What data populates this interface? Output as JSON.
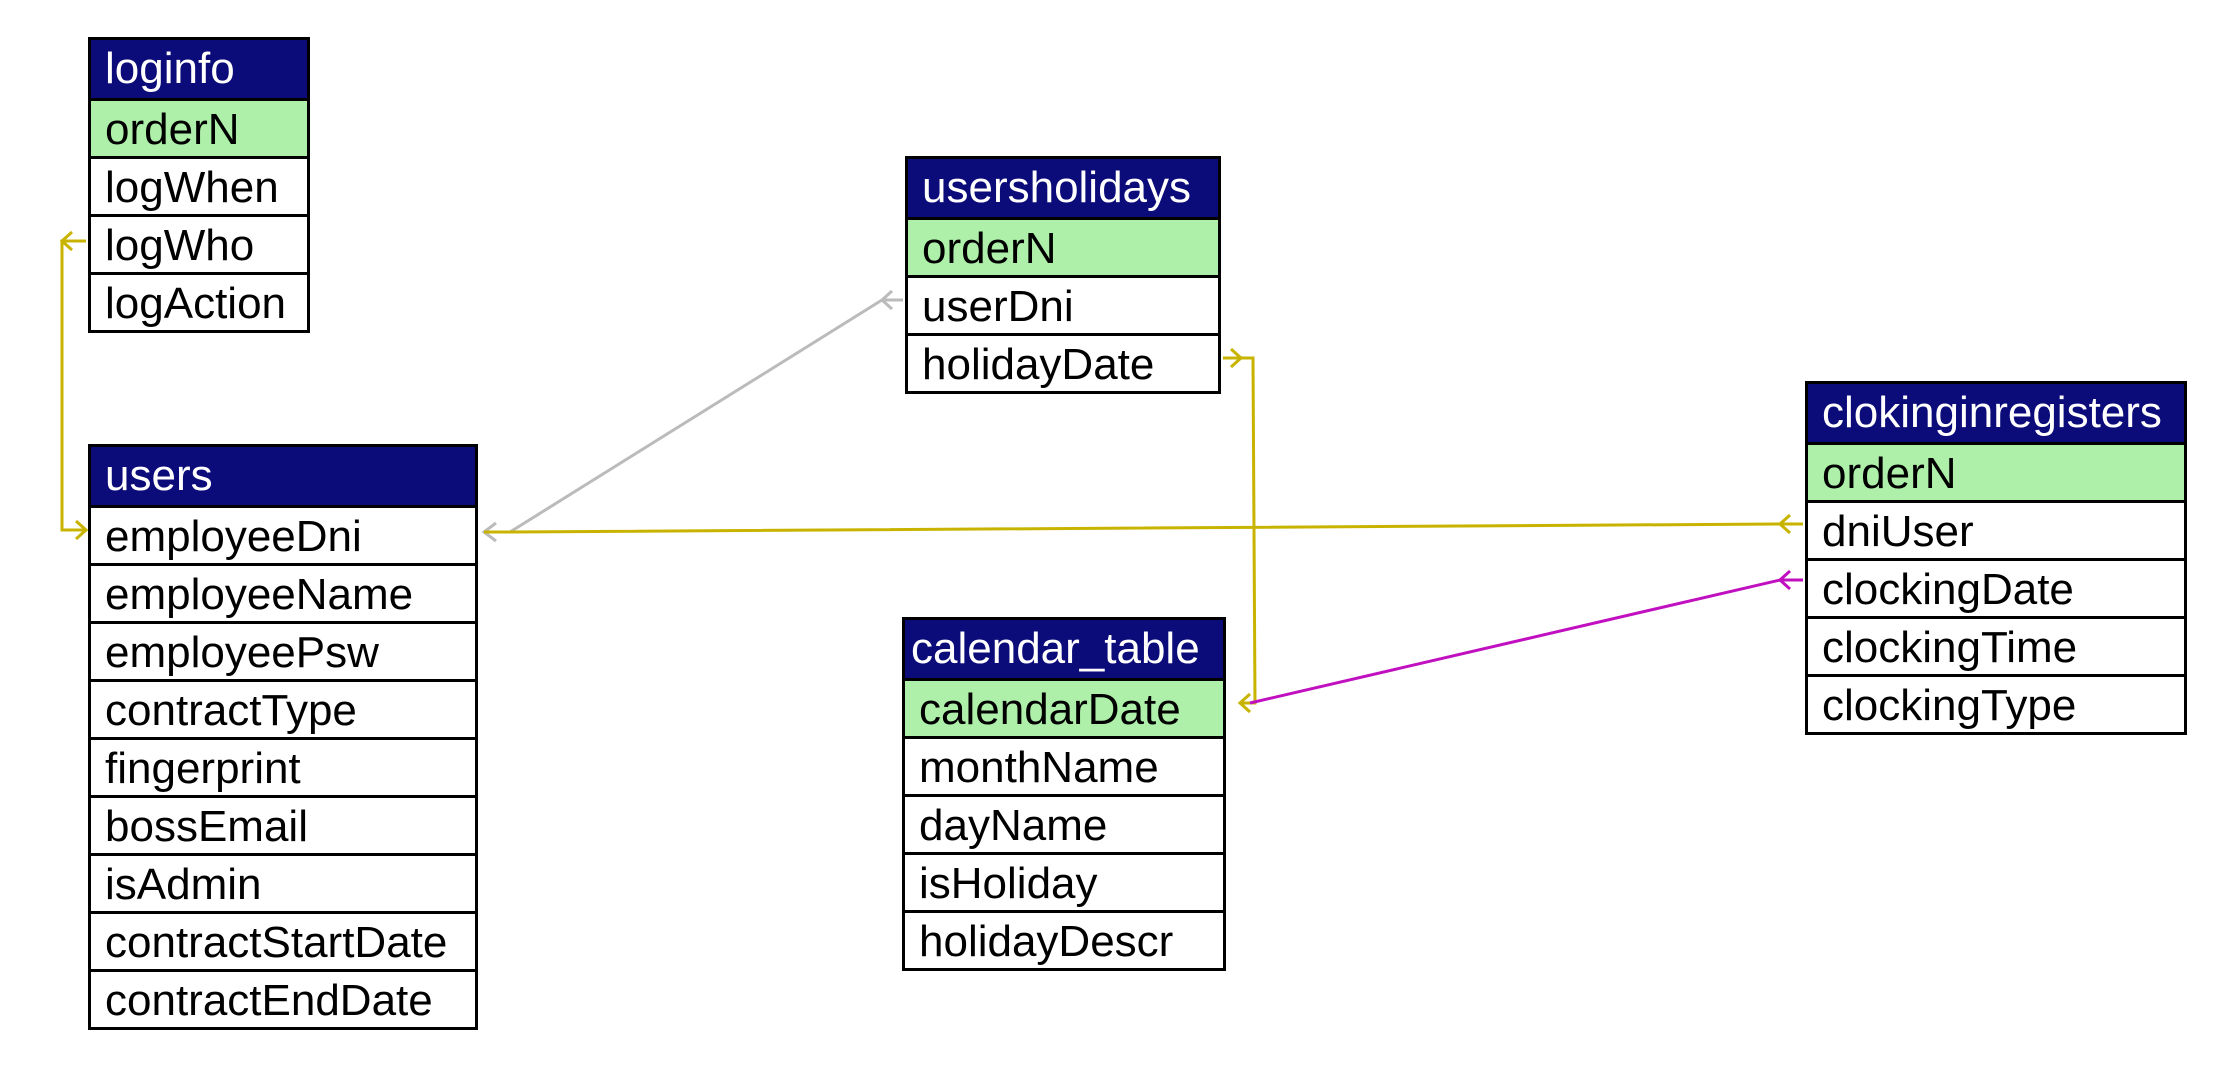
{
  "colors": {
    "header_bg": "#0b0b7a",
    "header_text": "#ffffff",
    "primary_key_bg": "#aef0aa",
    "border": "#000000",
    "link_yellow": "#c8b400",
    "link_gray": "#bbbbbb",
    "link_magenta": "#c010c0"
  },
  "tables": {
    "loginfo": {
      "name": "loginfo",
      "fields": [
        "orderN",
        "logWhen",
        "logWho",
        "logAction"
      ],
      "primary_key": "orderN"
    },
    "users": {
      "name": "users",
      "fields": [
        "employeeDni",
        "employeeName",
        "employeePsw",
        "contractType",
        "fingerprint",
        "bossEmail",
        "isAdmin",
        "contractStartDate",
        "contractEndDate"
      ],
      "primary_key": ""
    },
    "usersholidays": {
      "name": "usersholidays",
      "fields": [
        "orderN",
        "userDni",
        "holidayDate"
      ],
      "primary_key": "orderN"
    },
    "calendar_table": {
      "name": "calendar_table",
      "fields": [
        "calendarDate",
        "monthName",
        "dayName",
        "isHoliday",
        "holidayDescr"
      ],
      "primary_key": "calendarDate"
    },
    "clokinginregisters": {
      "name": "clokinginregisters",
      "fields": [
        "orderN",
        "dniUser",
        "clockingDate",
        "clockingTime",
        "clockingType"
      ],
      "primary_key": "orderN"
    }
  },
  "relationships": [
    {
      "from": "loginfo.logWho",
      "to": "users.employeeDni",
      "color": "link_yellow"
    },
    {
      "from": "usersholidays.userDni",
      "to": "users.employeeDni",
      "color": "link_gray"
    },
    {
      "from": "usersholidays.holidayDate",
      "to": "calendar_table.calendarDate",
      "color": "link_yellow"
    },
    {
      "from": "clokinginregisters.dniUser",
      "to": "users.employeeDni",
      "color": "link_yellow"
    },
    {
      "from": "clokinginregisters.clockingDate",
      "to": "calendar_table.calendarDate",
      "color": "link_magenta"
    }
  ]
}
